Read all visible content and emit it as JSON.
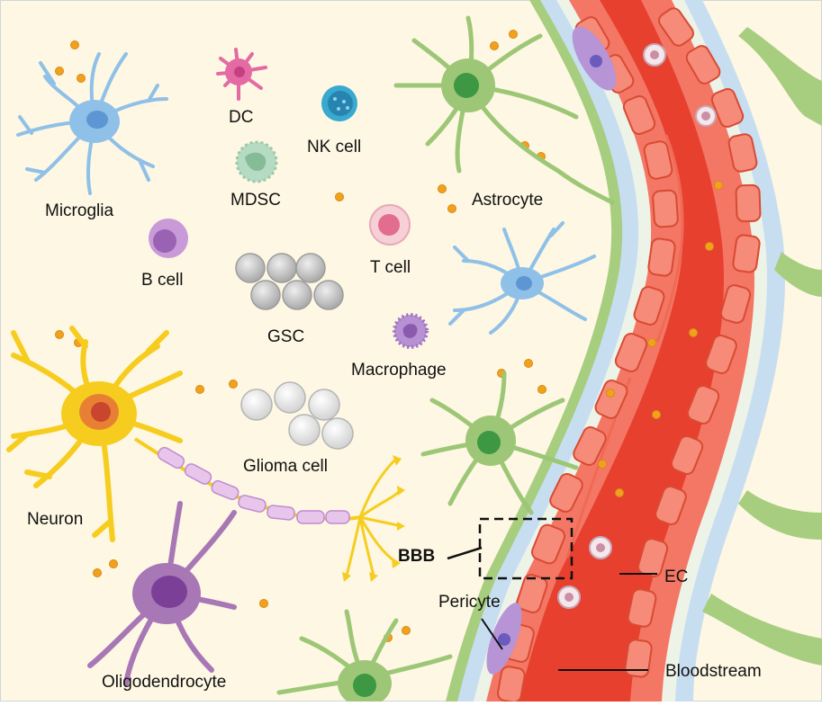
{
  "colors": {
    "background": "#fdf7e3",
    "vessel_red": "#e8402f",
    "endothelial": "#f37764",
    "basement_light": "#eef3e8",
    "outer_blue": "#c7def1",
    "astro_green": "#9dc776",
    "microglia_blue": "#8fc0e8",
    "neuron_yellow": "#f6cd1f",
    "oligo_purple": "#a777b6",
    "particle_orange": "#f0a21f",
    "gsc_gray": "#c9c9c9",
    "pericyte_purple": "#b794d6"
  },
  "labels": {
    "microglia": "Microglia",
    "dc": "DC",
    "nk_cell": "NK cell",
    "mdsc": "MDSC",
    "astrocyte": "Astrocyte",
    "b_cell": "B cell",
    "t_cell": "T cell",
    "gsc": "GSC",
    "macrophage": "Macrophage",
    "neuron": "Neuron",
    "glioma_cell": "Glioma cell",
    "bbb": "BBB",
    "ec": "EC",
    "pericyte": "Pericyte",
    "oligodendrocyte": "Oligodendrocyte",
    "bloodstream": "Bloodstream"
  }
}
